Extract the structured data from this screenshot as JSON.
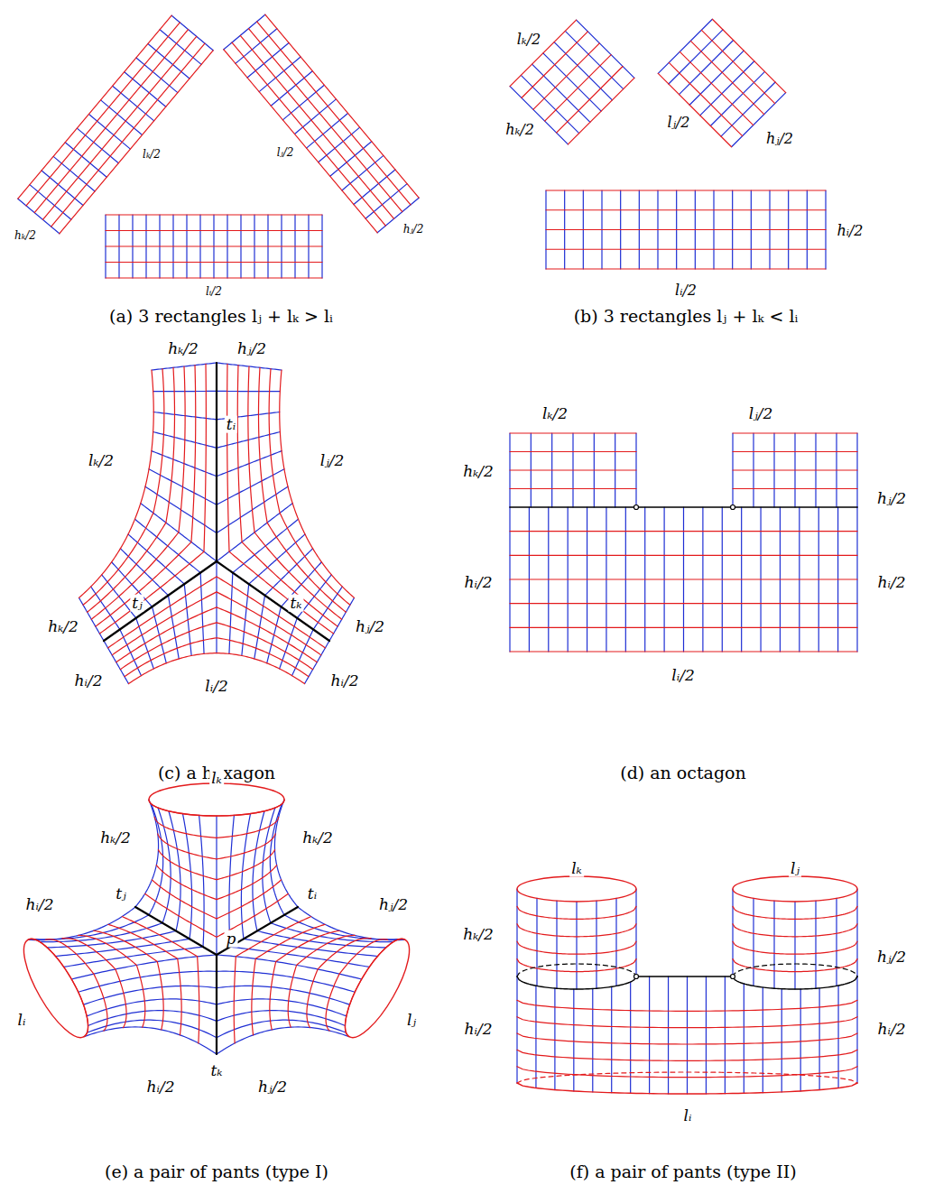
{
  "diagram": {
    "labels": [
      "hₖ/2",
      "lₖ/2",
      "lⱼ/2",
      "hⱼ/2",
      "lᵢ/2",
      "(a) 3 rectangles lⱼ + lₖ > lᵢ",
      "lₖ/2",
      "hₖ/2",
      "lⱼ/2",
      "hⱼ/2",
      "hᵢ/2",
      "lᵢ/2",
      "(b) 3 rectangles lⱼ + lₖ < lᵢ",
      "hₖ/2",
      "hⱼ/2",
      "tᵢ",
      "lₖ/2",
      "lⱼ/2",
      "tⱼ",
      "tₖ",
      "hₖ/2",
      "hⱼ/2",
      "hᵢ/2",
      "hᵢ/2",
      "lᵢ/2",
      "(c) a hexagon",
      "lₖ/2",
      "lⱼ/2",
      "hₖ/2",
      "hⱼ/2",
      "hᵢ/2",
      "hᵢ/2",
      "lᵢ/2",
      "(d) an octagon",
      "lₖ",
      "hₖ/2",
      "hₖ/2",
      "tⱼ",
      "tᵢ",
      "p",
      "hᵢ/2",
      "hⱼ/2",
      "lᵢ",
      "lⱼ",
      "tₖ",
      "hᵢ/2",
      "hⱼ/2",
      "(e) a pair of pants (type I)",
      "lₖ",
      "lⱼ",
      "hₖ/2",
      "hⱼ/2",
      "hᵢ/2",
      "hᵢ/2",
      "lᵢ",
      "(f) a pair of pants (type II)"
    ]
  }
}
